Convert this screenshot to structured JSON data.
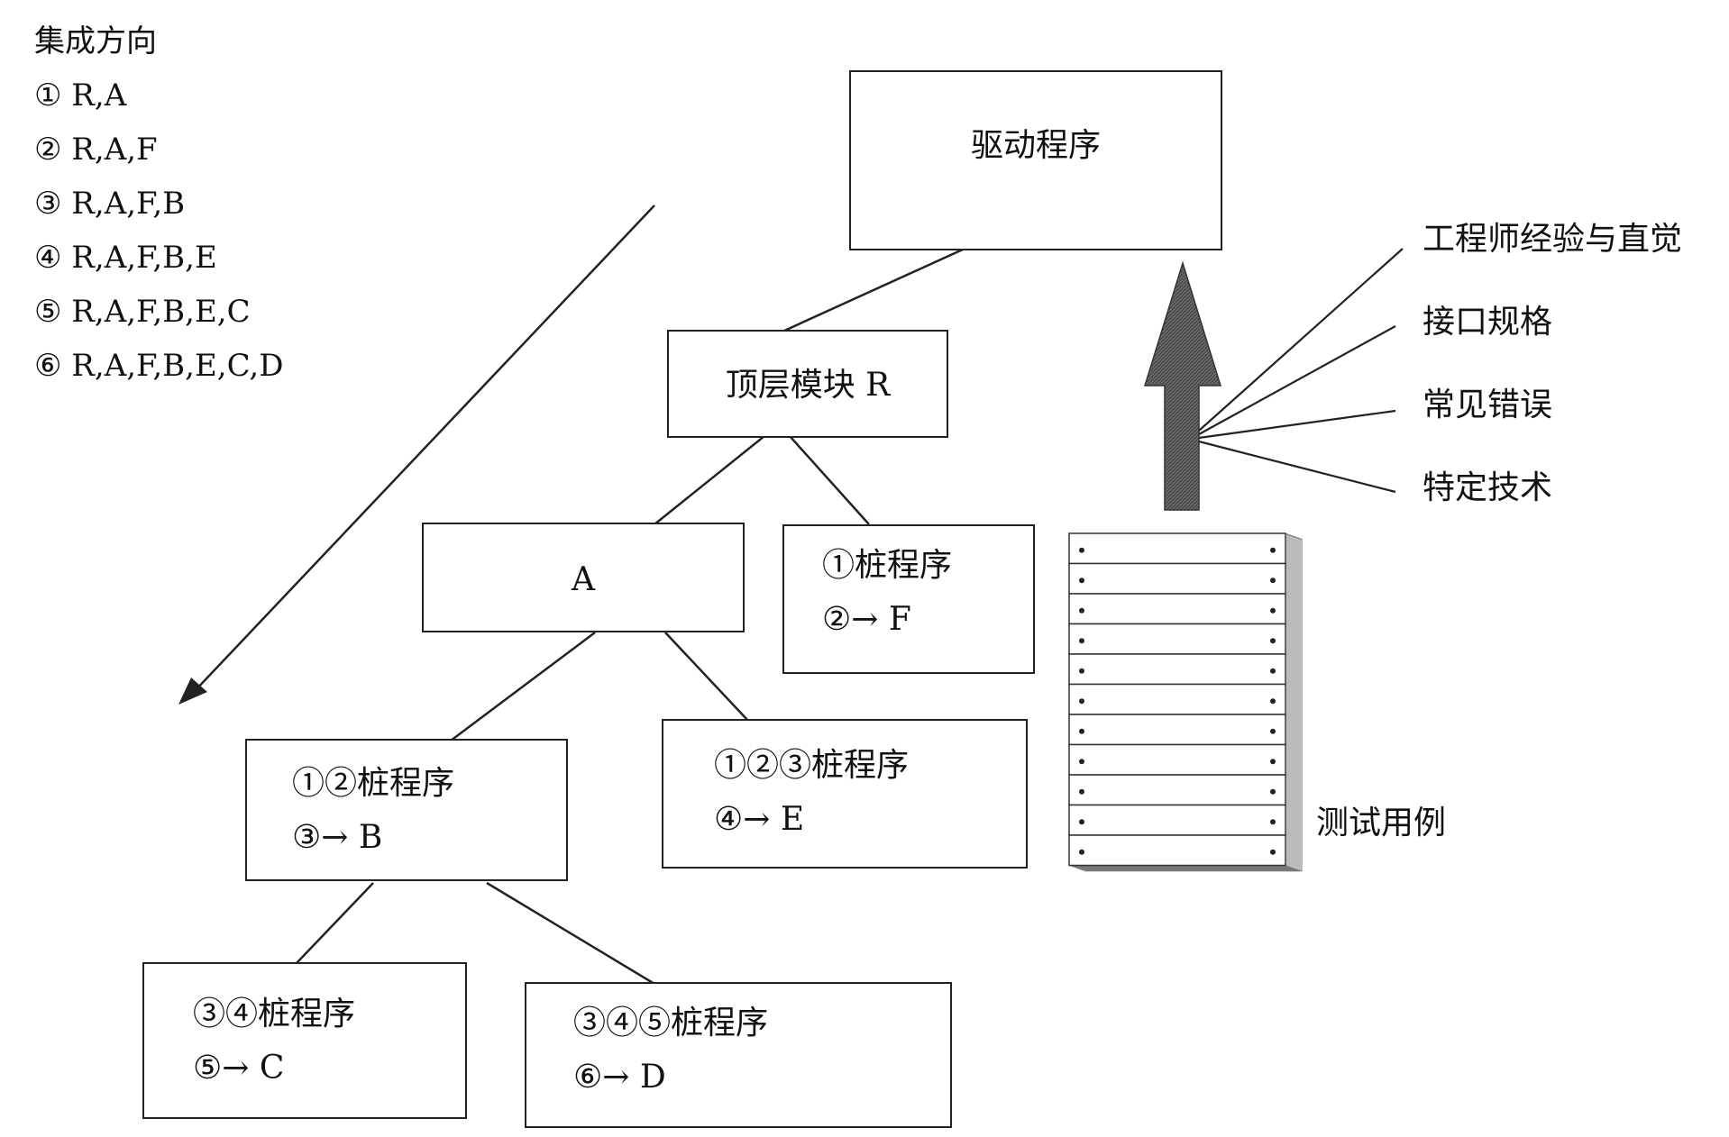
{
  "legend": {
    "title": "集成方向",
    "steps": [
      "① R,A",
      "② R,A,F",
      "③ R,A,F,B",
      "④ R,A,F,B,E",
      "⑤ R,A,F,B,E,C",
      "⑥ R,A,F,B,E,C,D"
    ]
  },
  "nodes": {
    "driver": "驱动程序",
    "top_module": "顶层模块 R",
    "module_a": "A",
    "stub_f": {
      "line1": "①桩程序",
      "line2": "②→ F"
    },
    "stub_b": {
      "line1": "①②桩程序",
      "line2": "③→ B"
    },
    "stub_e": {
      "line1": "①②③桩程序",
      "line2": "④→ E"
    },
    "stub_c": {
      "line1": "③④桩程序",
      "line2": "⑤→ C"
    },
    "stub_d": {
      "line1": "③④⑤桩程序",
      "line2": "⑥→ D"
    }
  },
  "test_sources": [
    "工程师经验与直觉",
    "接口规格",
    "常见错误",
    "特定技术"
  ],
  "test_cases_label": "测试用例",
  "colors": {
    "line": "#222222",
    "arrow_fill": "#555555",
    "sheet_shadow": "#888888"
  }
}
